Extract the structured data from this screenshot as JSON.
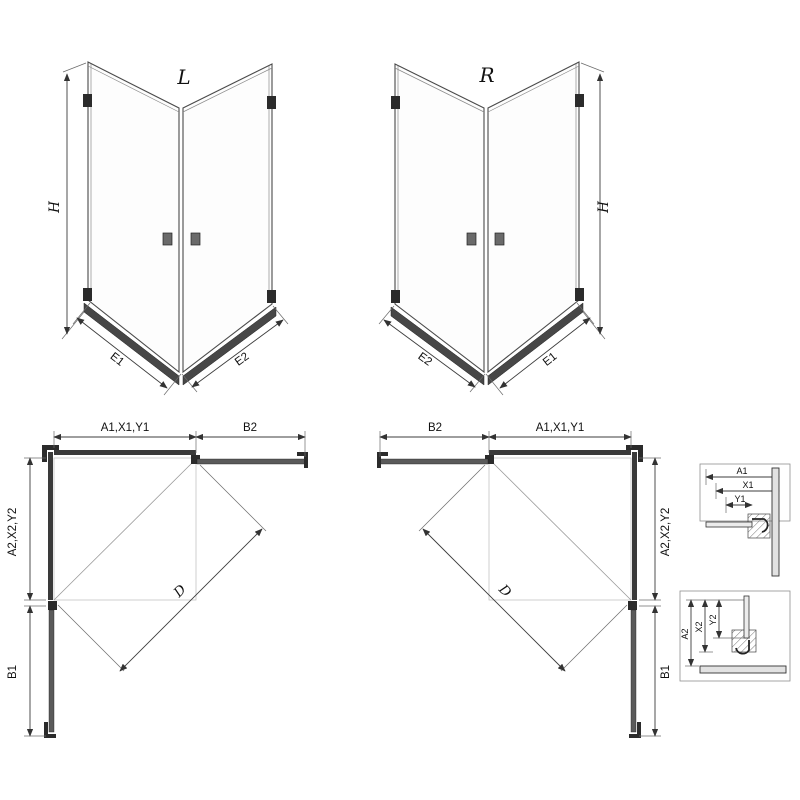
{
  "front_views": {
    "left": {
      "variant": "L",
      "height_dim": "H",
      "bottom_left_dim": "E1",
      "bottom_right_dim": "E2"
    },
    "right": {
      "variant": "R",
      "height_dim": "H",
      "bottom_left_dim": "E2",
      "bottom_right_dim": "E1"
    }
  },
  "plan_views": {
    "left": {
      "fixed_width_dim": "A1,X1,Y1",
      "door_width_dim": "B2",
      "depth_dim": "A2,X2,Y2",
      "side_door_dim": "B1",
      "diagonal_dim": "D"
    },
    "right": {
      "fixed_width_dim": "A1,X1,Y1",
      "door_width_dim": "B2",
      "depth_dim": "A2,X2,Y2",
      "side_door_dim": "B1",
      "diagonal_dim": "D"
    }
  },
  "detail_views": {
    "horizontal_profile": {
      "dims": [
        "A1",
        "X1",
        "Y1"
      ]
    },
    "vertical_profile": {
      "dims": [
        "A2",
        "X2",
        "Y2"
      ]
    }
  },
  "colors": {
    "background": "#ffffff",
    "line": "#3c3c3c",
    "dark_fill": "#2b2b2b",
    "light_line": "#c4c4c4"
  }
}
